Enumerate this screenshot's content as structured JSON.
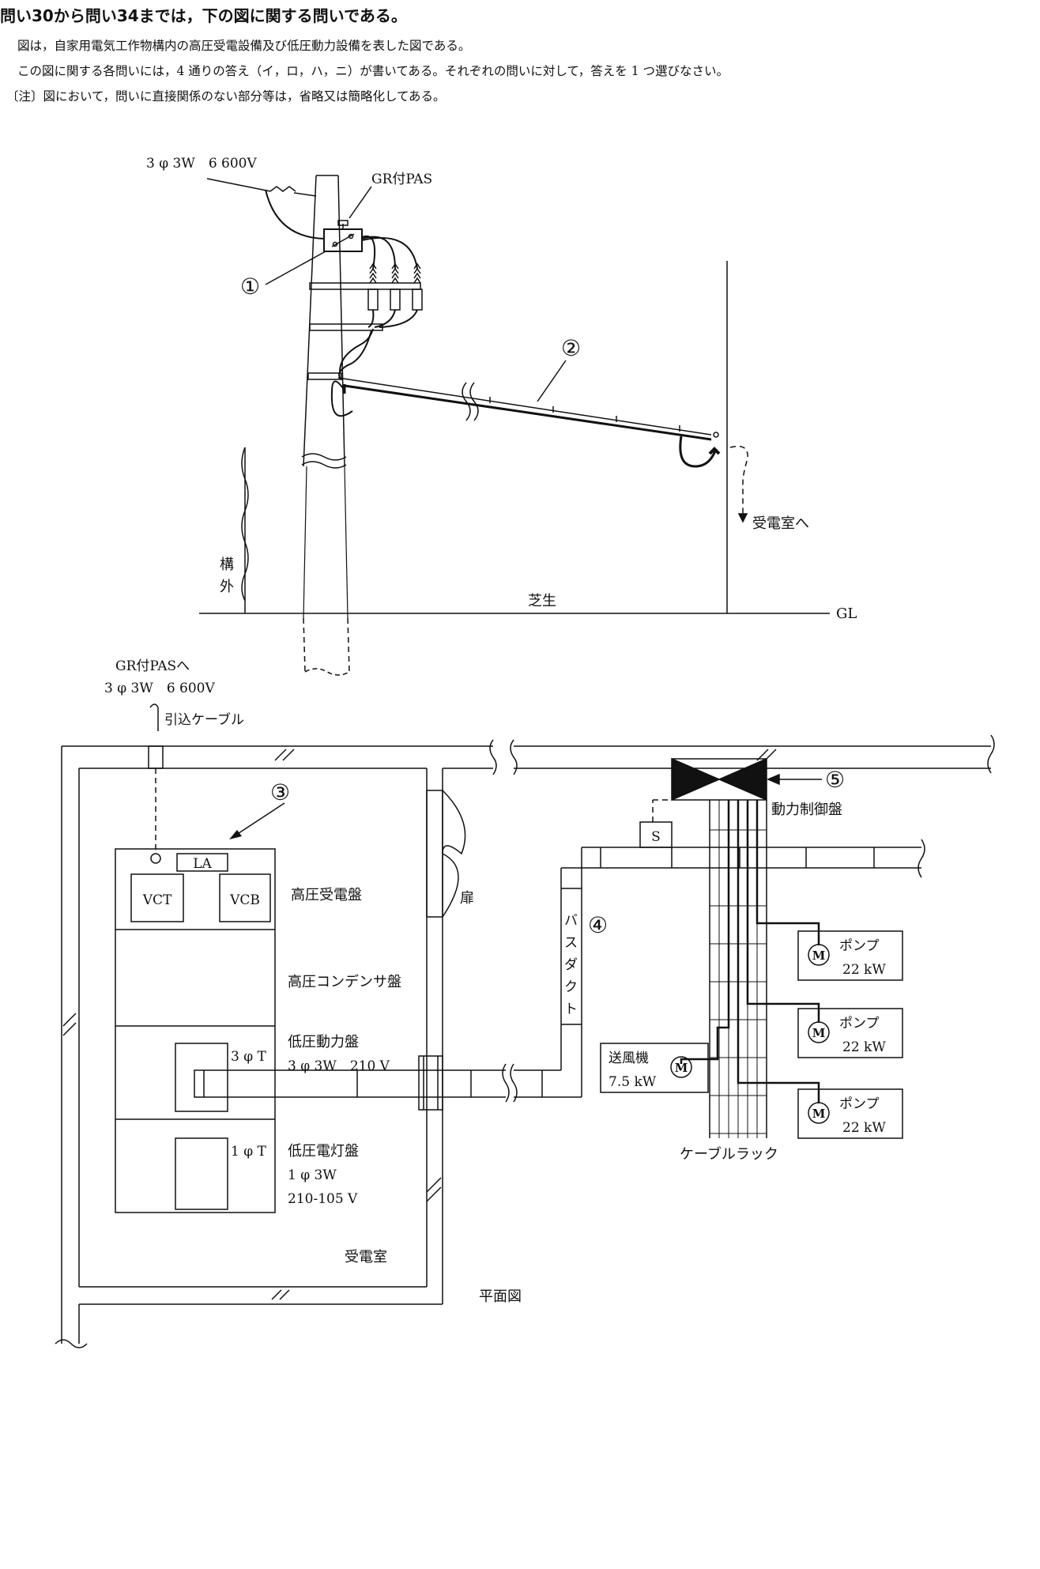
{
  "header": {
    "title": "問い30から問い34までは，下の図に関する問いである。",
    "line1": "図は，自家用電気工作物構内の高圧受電設備及び低圧動力設備を表した図である。",
    "line2": "この図に関する各問いには，4 通りの答え（イ，ロ，ハ，ニ）が書いてある。それぞれの問いに対して，答えを 1 つ選びなさい。",
    "line3": "〔注〕図において，問いに直接関係のない部分等は，省略又は簡略化してある。"
  },
  "elevation": {
    "supply": "3 φ 3W　6 600V",
    "pas": "GR付PAS",
    "num1": "①",
    "num2": "②",
    "to_room": "受電室へ",
    "outside_1": "構",
    "outside_2": "外",
    "lawn": "芝生",
    "gl": "GL"
  },
  "plan": {
    "to_pas": "GR付PASへ",
    "supply": "3 φ 3W　6 600V",
    "lead_cable": "引込ケーブル",
    "num3": "③",
    "num4": "④",
    "num5": "⑤",
    "la": "LA",
    "vct": "VCT",
    "vcb": "VCB",
    "hv_panel": "高圧受電盤",
    "cap_panel": "高圧コンデンサ盤",
    "lv_power_panel": "低圧動力盤",
    "lv_power_spec": "3 φ 3W　210 V",
    "t3": "3 φ T",
    "t1": "1 φ T",
    "lv_light_panel": "低圧電灯盤",
    "lv_light_spec1": "1 φ 3W",
    "lv_light_spec2": "210-105 V",
    "door": "扉",
    "busduct": [
      "バ",
      "ス",
      "ダ",
      "ク",
      "ト"
    ],
    "switch_s": "S",
    "motor_ctrl": "動力制御盤",
    "motor_symbol": "M",
    "pump": "ポンプ",
    "pump_kw": "22 kW",
    "fan": "送風機",
    "fan_kw": "7.5 kW",
    "cable_rack": "ケーブルラック",
    "room": "受電室",
    "plan_view": "平面図"
  }
}
